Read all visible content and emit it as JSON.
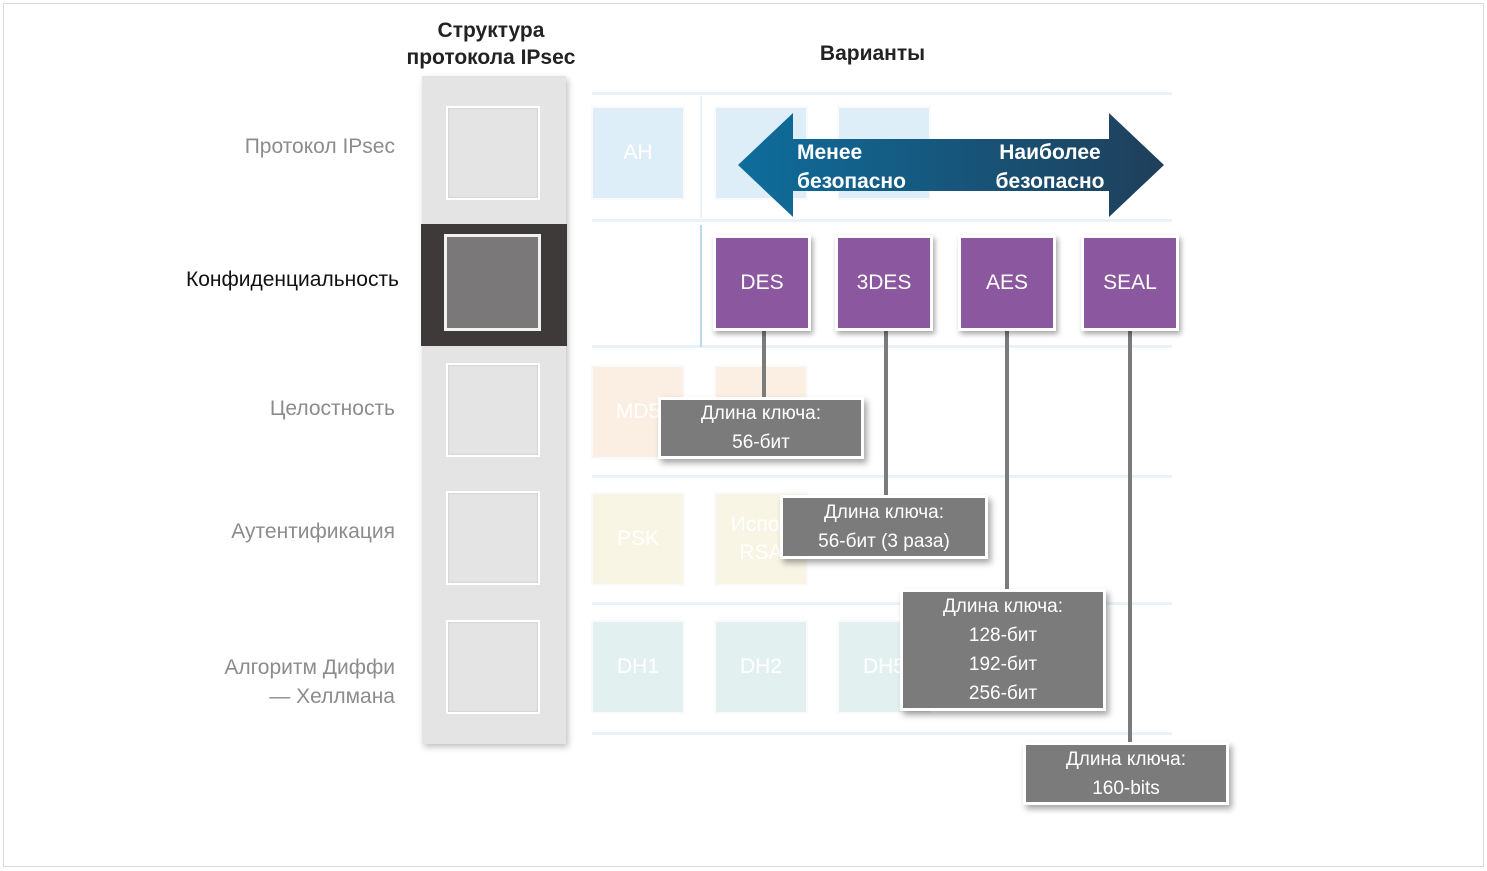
{
  "headers": {
    "structure_line1": "Структура",
    "structure_line2": "протокола IPsec",
    "options": "Варианты"
  },
  "rows": [
    {
      "label_line1": "Протокол IPsec",
      "label_line2": ""
    },
    {
      "label_line1": "Конфиденциальность",
      "label_line2": ""
    },
    {
      "label_line1": "Целостность",
      "label_line2": ""
    },
    {
      "label_line1": "Аутентификация",
      "label_line2": ""
    },
    {
      "label_line1": "Алгоритм Диффи",
      "label_line2": "— Хеллмана"
    }
  ],
  "ghost_options": {
    "protocol": [
      "AH",
      "",
      ""
    ],
    "integrity": [
      "MD5",
      ""
    ],
    "authentication": [
      "PSK",
      "Испол\nRSA"
    ],
    "dh": [
      "DH1",
      "DH2",
      "DH5"
    ]
  },
  "arrow": {
    "left_line1": "Менее",
    "left_line2": "безопасно",
    "right_line1": "Наиболее",
    "right_line2": "безопасно",
    "gradient_start": "#0e6d9c",
    "gradient_end": "#1f3f5a"
  },
  "algorithms": [
    {
      "name": "DES",
      "key_lines": [
        "Длина ключа:",
        "56-бит"
      ]
    },
    {
      "name": "3DES",
      "key_lines": [
        "Длина ключа:",
        "56-бит (3 раза)"
      ]
    },
    {
      "name": "AES",
      "key_lines": [
        "Длина ключа:",
        "128-бит",
        "192-бит",
        "256-бит"
      ]
    },
    {
      "name": "SEAL",
      "key_lines": [
        "Длина ключа:",
        "160-bits"
      ]
    }
  ],
  "colors": {
    "algorithm": "#8b579e",
    "keybox": "#7b7b7b",
    "active_band": "#3e3a3a"
  }
}
